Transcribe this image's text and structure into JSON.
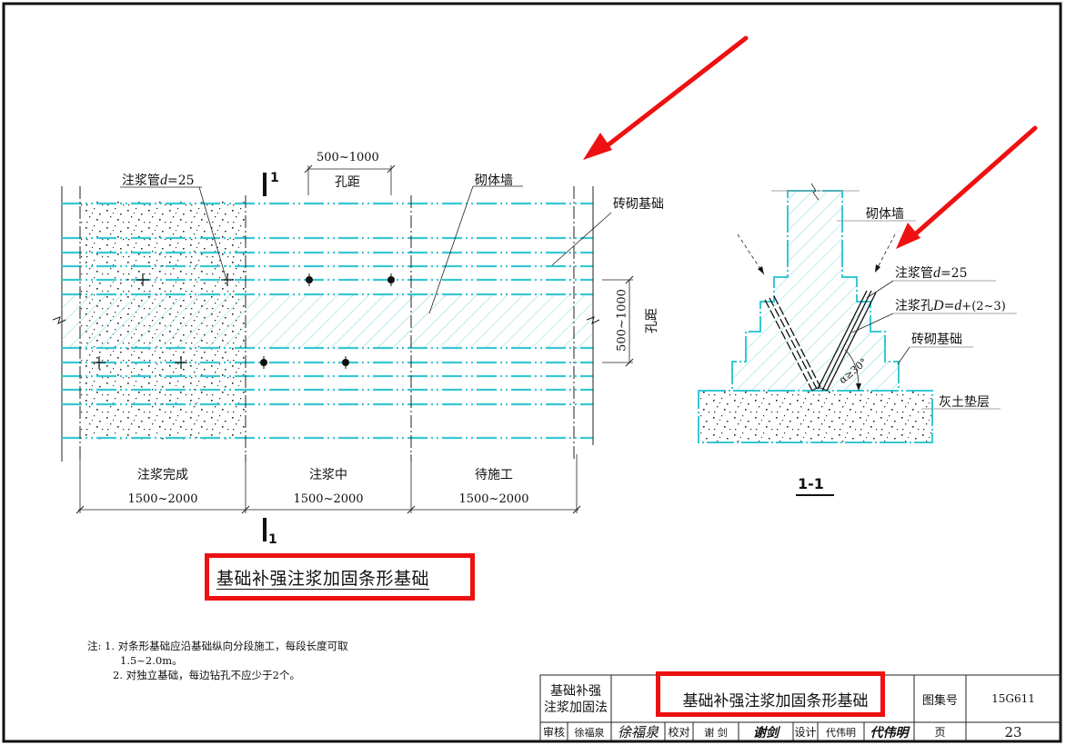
{
  "drawing": {
    "plan": {
      "pipe_label": "注浆管d=25",
      "pipe_label_prefix": "注浆管",
      "pipe_label_var": "d",
      "pipe_label_value": "=25",
      "section_mark": "1",
      "hole_spacing_value": "500~1000",
      "hole_spacing_label": "孔距",
      "wall_label": "砌体墙",
      "foundation_label": "砖砌基础",
      "right_dim_value": "500~1000",
      "right_dim_label": "孔距",
      "zones": [
        {
          "label": "注浆完成",
          "dim": "1500~2000"
        },
        {
          "label": "注浆中",
          "dim": "1500~2000"
        },
        {
          "label": "待施工",
          "dim": "1500~2000"
        }
      ],
      "title": "基础补强注浆加固条形基础"
    },
    "section": {
      "wall_label": "砌体墙",
      "pipe_label_prefix": "注浆管",
      "pipe_label_var": "d",
      "pipe_label_value": "=25",
      "hole_label_prefix": "注浆孔",
      "hole_label_var": "D",
      "hole_label_eq": "=",
      "hole_label_var2": "d",
      "hole_label_value": "+(2~3)",
      "foundation_label": "砖砌基础",
      "cushion_label": "灰土垫层",
      "angle_label": "30°",
      "angle_prefix": "α≥",
      "title": "1-1"
    },
    "notes": {
      "prefix": "注:",
      "items": [
        "1. 对条形基础应沿基础纵向分段施工，每段长度可取",
        "1.5~2.0m。",
        "2. 对独立基础，每边钻孔不应少于2个。"
      ]
    }
  },
  "title_block": {
    "category_line1": "基础补强",
    "category_line2": "注浆加固法",
    "drawing_title": "基础补强注浆加固条形基础",
    "atlas_label": "图集号",
    "atlas_value": "15G611",
    "page_label": "页",
    "page_value": "23",
    "review_label": "审核",
    "reviewer": "徐福泉",
    "reviewer_signature": "徐福泉",
    "check_label": "校对",
    "checker": "谢 剑",
    "checker_signature": "谢剑",
    "design_label": "设计",
    "designer": "代伟明",
    "designer_signature": "代伟明"
  },
  "annotations": {
    "highlight_color": "#ee1111",
    "arrow_color": "#ee1111",
    "line_color": "#37c8d4"
  }
}
